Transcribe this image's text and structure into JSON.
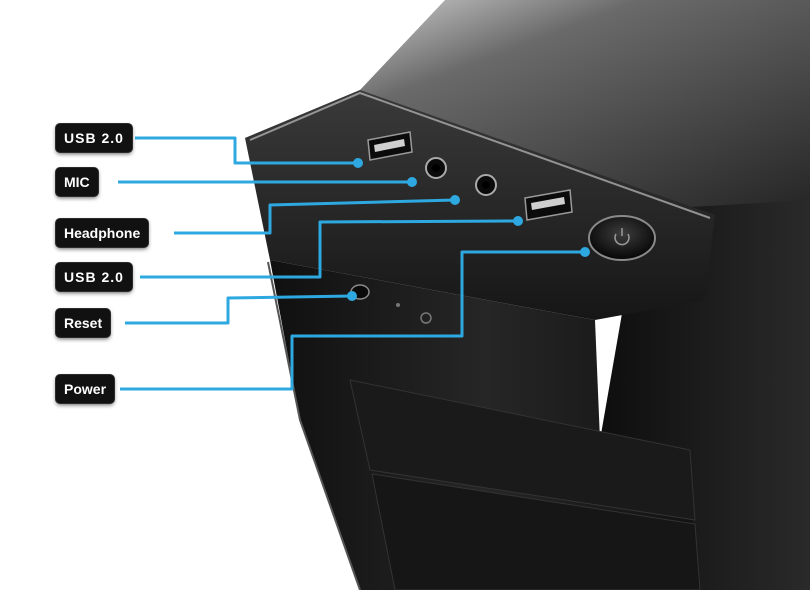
{
  "callouts": [
    {
      "id": "usb-2-0-top",
      "text": "USB 2.0"
    },
    {
      "id": "mic",
      "text": "MIC"
    },
    {
      "id": "headphone",
      "text": "Headphone"
    },
    {
      "id": "usb-2-0-bottom",
      "text": "USB 2.0"
    },
    {
      "id": "reset",
      "text": "Reset"
    },
    {
      "id": "power",
      "text": "Power"
    }
  ],
  "colors": {
    "leader_line": "#2ea8e0",
    "label_bg": "#111111",
    "label_text": "#ffffff",
    "case_body": "#1c1c1c"
  },
  "icons": [
    "usb-port-icon",
    "audio-jack-icon",
    "power-button-icon",
    "reset-button-icon",
    "power-led-icon",
    "hdd-led-icon"
  ]
}
